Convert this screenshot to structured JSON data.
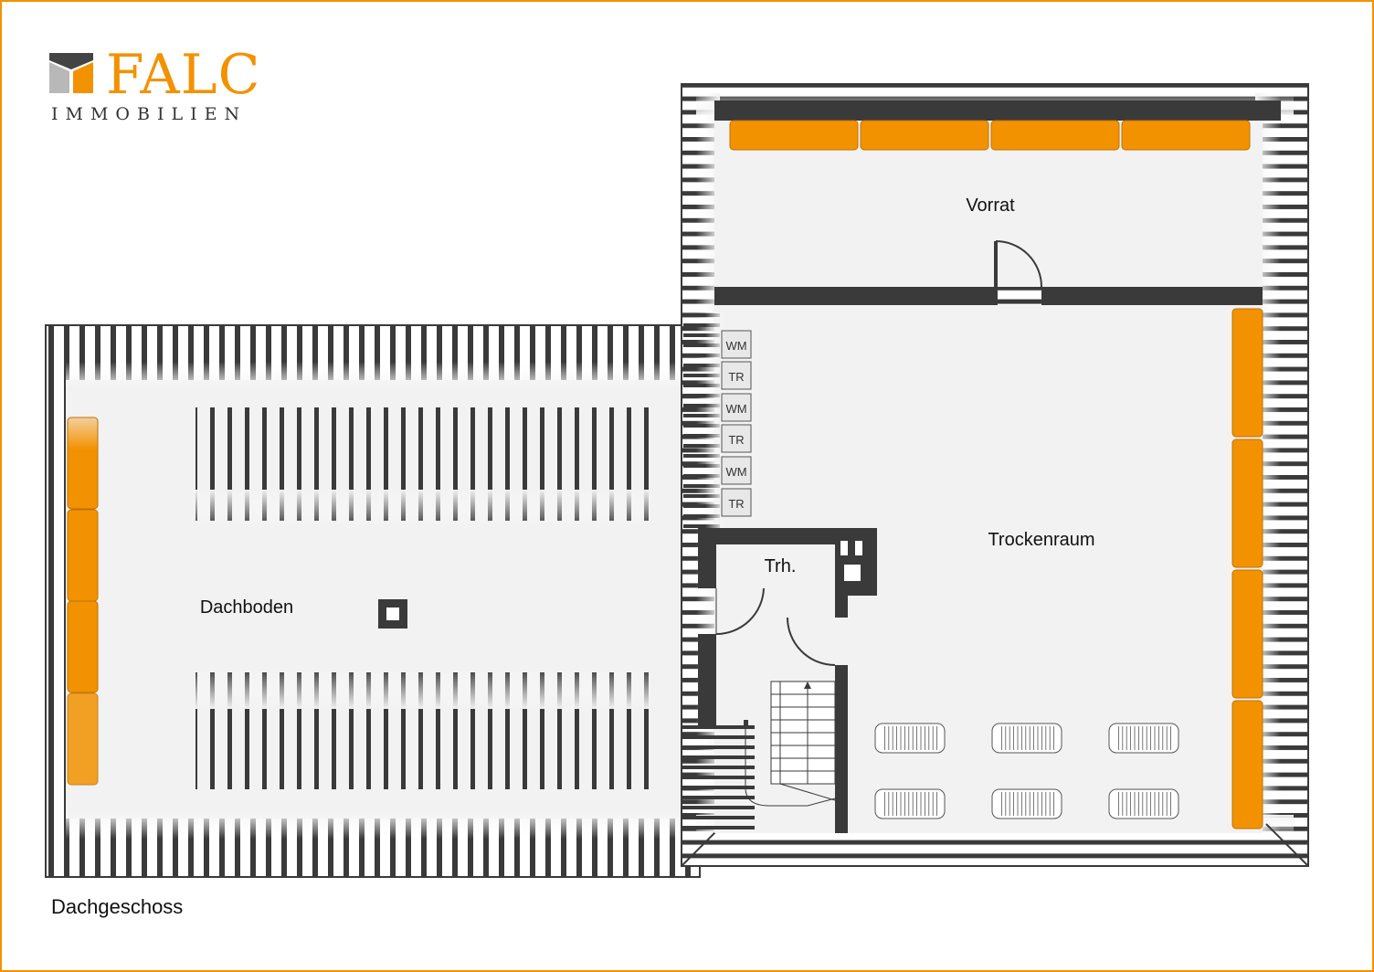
{
  "brand": {
    "name": "FALC",
    "subtitle": "IMMOBILIEN",
    "accent_color": "#f39200",
    "mark_color": "#444444"
  },
  "floor_name": "Dachgeschoss",
  "rooms": {
    "vorrat": "Vorrat",
    "trockenraum": "Trockenraum",
    "dachboden": "Dachboden",
    "treppenhaus": "Trh."
  },
  "appliances": [
    "WM",
    "TR",
    "WM",
    "TR",
    "WM",
    "TR"
  ],
  "colors": {
    "wall": "#3a3a3b",
    "floor": "#f2f2f2",
    "window": "#f39200",
    "roof_stripe": "#3a3a3b"
  }
}
